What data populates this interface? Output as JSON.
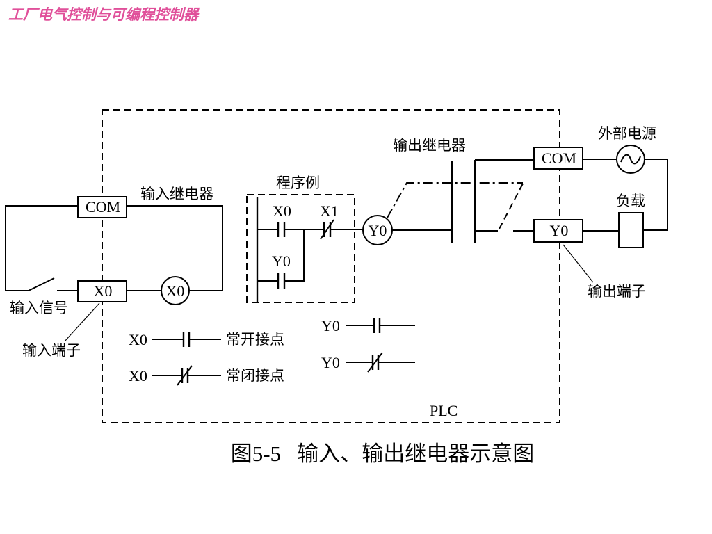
{
  "header": {
    "title": "工厂电气控制与可编程控制器"
  },
  "caption": "图5-5   输入、输出继电器示意图",
  "input_side": {
    "com_terminal": "COM",
    "x0_terminal": "X0",
    "relay_coil": "X0",
    "relay_label": "输入继电器",
    "signal_label": "输入信号",
    "terminal_label": "输入端子"
  },
  "program": {
    "title": "程序例",
    "contact_x0": "X0",
    "contact_x1": "X1",
    "contact_y0": "Y0",
    "coil_y0": "Y0"
  },
  "output_side": {
    "relay_label": "输出继电器",
    "com_terminal": "COM",
    "y0_terminal": "Y0",
    "power_label": "外部电源",
    "load_label": "负载",
    "terminal_label": "输出端子"
  },
  "legend": {
    "no_x0": "X0",
    "no_label": "常开接点",
    "nc_x0": "X0",
    "nc_label": "常闭接点",
    "no_y0": "Y0",
    "nc_y0": "Y0"
  },
  "plc_label": "PLC",
  "icons": [
    "ac-source-icon",
    "switch-icon",
    "load-icon"
  ],
  "colors": {
    "header_text": "#e0509a",
    "line": "#000000"
  }
}
